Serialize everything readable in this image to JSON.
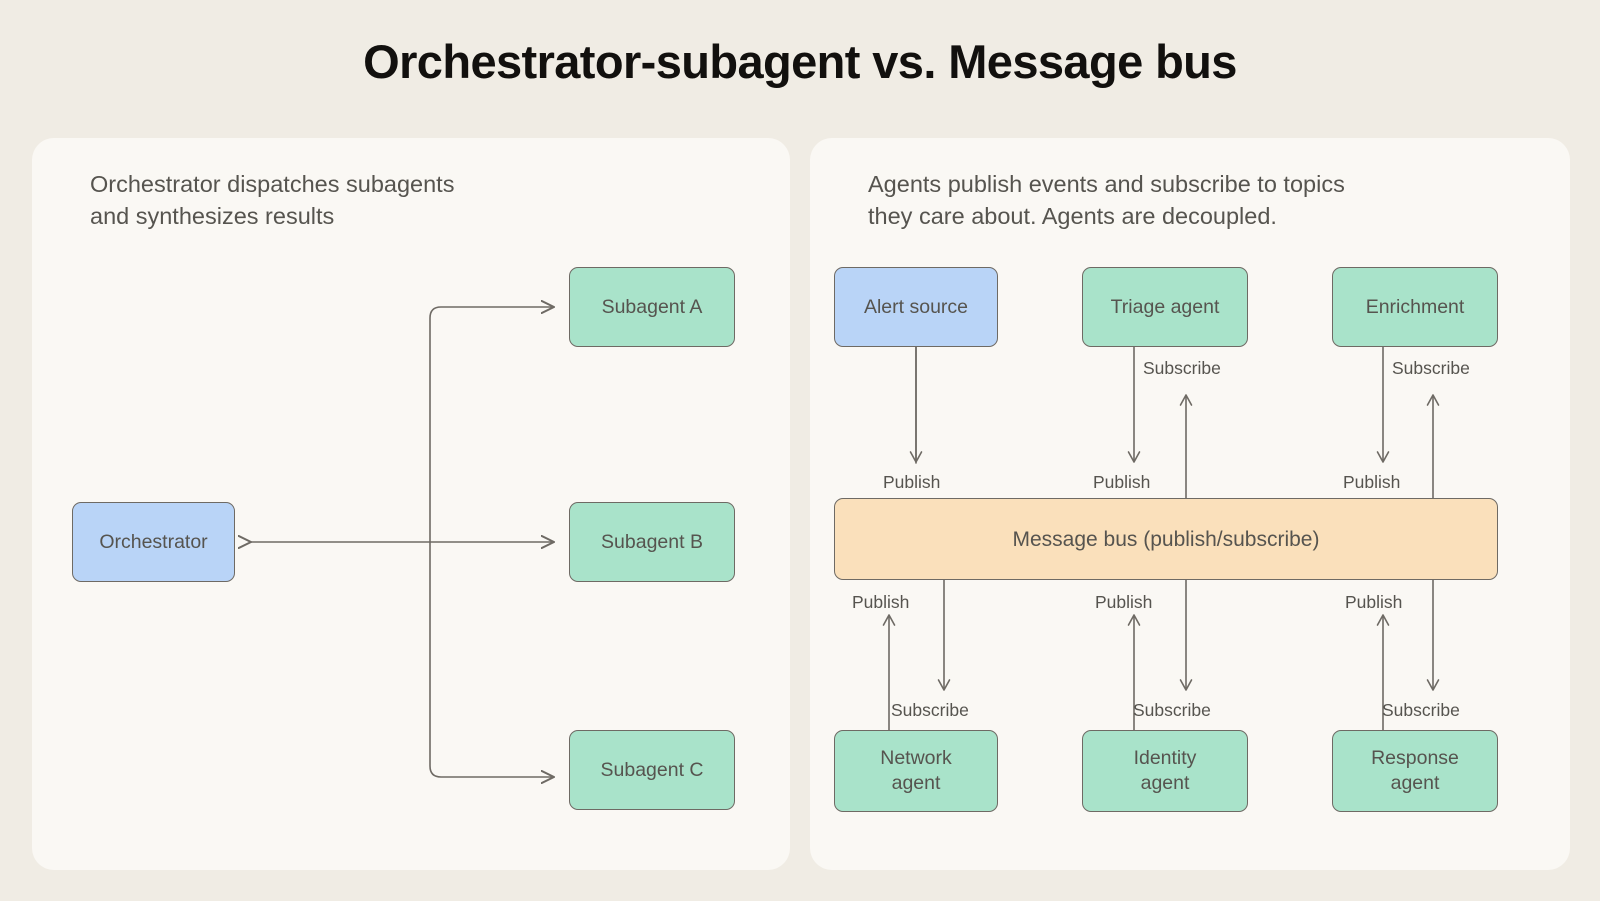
{
  "title": "Orchestrator-subagent vs. Message bus",
  "colors": {
    "background": "#f0ece4",
    "panel": "#faf8f4",
    "node_green": "#a9e3ca",
    "node_blue": "#b9d4f7",
    "node_bus": "#fae0bb",
    "stroke": "#6e6a64",
    "text": "#56544f",
    "title_text": "#12100e"
  },
  "left_panel": {
    "caption": "Orchestrator dispatches subagents\nand synthesizes results",
    "nodes": {
      "orchestrator": "Orchestrator",
      "subagent_a": "Subagent A",
      "subagent_b": "Subagent B",
      "subagent_c": "Subagent C"
    }
  },
  "right_panel": {
    "caption": "Agents publish events and subscribe to topics\nthey care about. Agents are decoupled.",
    "nodes": {
      "alert_source": "Alert source",
      "triage_agent": "Triage agent",
      "enrichment": "Enrichment",
      "message_bus": "Message bus (publish/subscribe)",
      "network_agent": "Network\nagent",
      "identity_agent": "Identity\nagent",
      "response_agent": "Response\nagent"
    },
    "edge_labels": {
      "publish": "Publish",
      "subscribe": "Subscribe"
    },
    "top_edges": [
      {
        "source": "alert_source",
        "publish": "Publish",
        "subscribe": null
      },
      {
        "source": "triage_agent",
        "publish": "Publish",
        "subscribe": "Subscribe"
      },
      {
        "source": "enrichment",
        "publish": "Publish",
        "subscribe": "Subscribe"
      }
    ],
    "bottom_edges": [
      {
        "source": "network_agent",
        "publish": "Publish",
        "subscribe": "Subscribe"
      },
      {
        "source": "identity_agent",
        "publish": "Publish",
        "subscribe": "Subscribe"
      },
      {
        "source": "response_agent",
        "publish": "Publish",
        "subscribe": "Subscribe"
      }
    ]
  }
}
